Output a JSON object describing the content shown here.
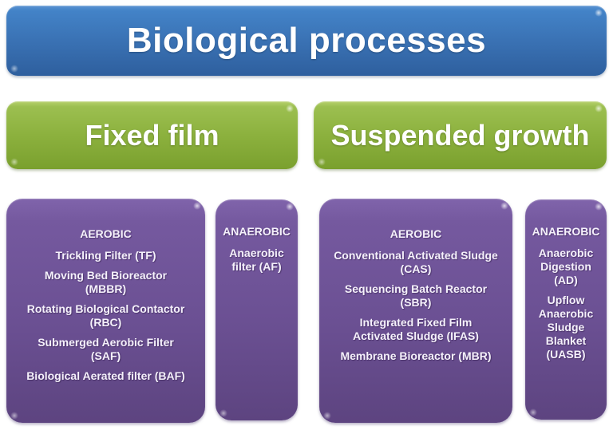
{
  "title": "Biological processes",
  "colors": {
    "title_box_blue": "#3a72b4",
    "branch_box_green": "#8cb13e",
    "process_box_purple": "#6b5093",
    "text_white": "#ffffff"
  },
  "branches": [
    {
      "label": "Fixed film",
      "aerobic": {
        "heading": "AEROBIC",
        "items": [
          "Trickling Filter (TF)",
          "Moving Bed Bioreactor\n(MBBR)",
          "Rotating Biological Contactor\n(RBC)",
          "Submerged  Aerobic Filter\n(SAF)",
          "Biological Aerated filter (BAF)"
        ]
      },
      "anaerobic": {
        "heading": "ANAEROBIC",
        "items": [
          "Anaerobic\nfilter (AF)"
        ]
      }
    },
    {
      "label": "Suspended growth",
      "aerobic": {
        "heading": "AEROBIC",
        "items": [
          "Conventional Activated Sludge\n(CAS)",
          "Sequencing Batch Reactor\n(SBR)",
          "Integrated Fixed Film\nActivated Sludge (IFAS)",
          "Membrane Bioreactor (MBR)"
        ]
      },
      "anaerobic": {
        "heading": "ANAEROBIC",
        "items": [
          "Anaerobic\nDigestion\n(AD)",
          "Upflow\nAnaerobic\nSludge\nBlanket\n(UASB)"
        ]
      }
    }
  ]
}
